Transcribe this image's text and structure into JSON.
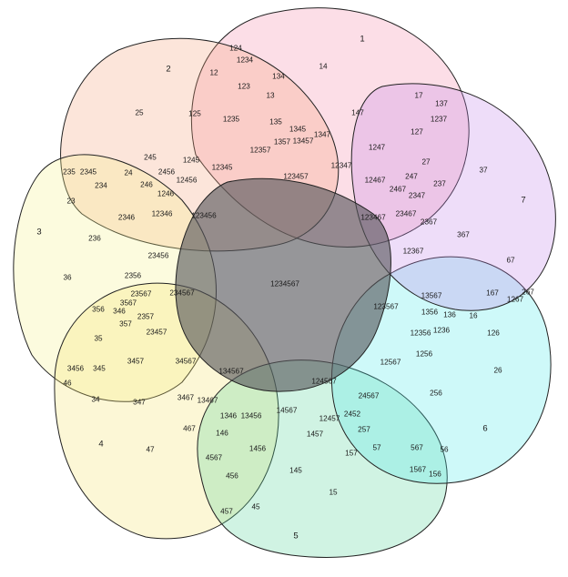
{
  "sets": [
    {
      "id": "1",
      "color": "#f48aa8"
    },
    {
      "id": "2",
      "color": "#f5a27a"
    },
    {
      "id": "3",
      "color": "#f3f08a"
    },
    {
      "id": "4",
      "color": "#f5e46a"
    },
    {
      "id": "5",
      "color": "#57d49a"
    },
    {
      "id": "6",
      "color": "#4fe8e8"
    },
    {
      "id": "7",
      "color": "#c285e8"
    }
  ],
  "regions": [
    "1",
    "2",
    "3",
    "4",
    "5",
    "6",
    "7",
    "12",
    "13",
    "14",
    "15",
    "16",
    "17",
    "23",
    "24",
    "25",
    "26",
    "27",
    "34",
    "35",
    "36",
    "37",
    "45",
    "46",
    "47",
    "56",
    "57",
    "67",
    "123",
    "124",
    "125",
    "126",
    "127",
    "134",
    "135",
    "136",
    "137",
    "145",
    "146",
    "147",
    "156",
    "157",
    "167",
    "234",
    "235",
    "236",
    "237",
    "245",
    "246",
    "247",
    "256",
    "257",
    "267",
    "345",
    "346",
    "347",
    "356",
    "357",
    "367",
    "456",
    "457",
    "467",
    "567",
    "1234",
    "1235",
    "1236",
    "1237",
    "1245",
    "1246",
    "1247",
    "1256",
    "1267",
    "1345",
    "1346",
    "1347",
    "1356",
    "1357",
    "1456",
    "1457",
    "1567",
    "2345",
    "2346",
    "2347",
    "2356",
    "2357",
    "2367",
    "2452",
    "2456",
    "2467",
    "3456",
    "3457",
    "3467",
    "3567",
    "4567",
    "12345",
    "12346",
    "12347",
    "12356",
    "12357",
    "12367",
    "12456",
    "12457",
    "12467",
    "12567",
    "13456",
    "13457",
    "13467",
    "13567",
    "14567",
    "23456",
    "23457",
    "23467",
    "23567",
    "24567",
    "34567",
    "123456",
    "123457",
    "123467",
    "123567",
    "124567",
    "134567",
    "234567",
    "1234567"
  ]
}
